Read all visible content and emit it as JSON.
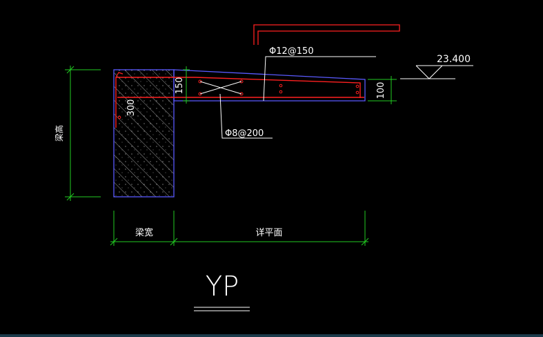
{
  "drawing": {
    "title": "YP",
    "colors": {
      "background": "#000000",
      "dimension": "#22cc22",
      "outline": "#5a5aff",
      "rebar": "#ff2020",
      "text": "#ffffff"
    },
    "labels": {
      "elevation": "23.400",
      "top_rebar": "Φ12@150",
      "distribution_rebar": "Φ8@200",
      "root_thickness": "150",
      "tip_thickness": "100",
      "beam_depth": "300",
      "beam_height_label": "梁高",
      "beam_width_label": "梁宽",
      "overhang_label": "详平面"
    }
  }
}
